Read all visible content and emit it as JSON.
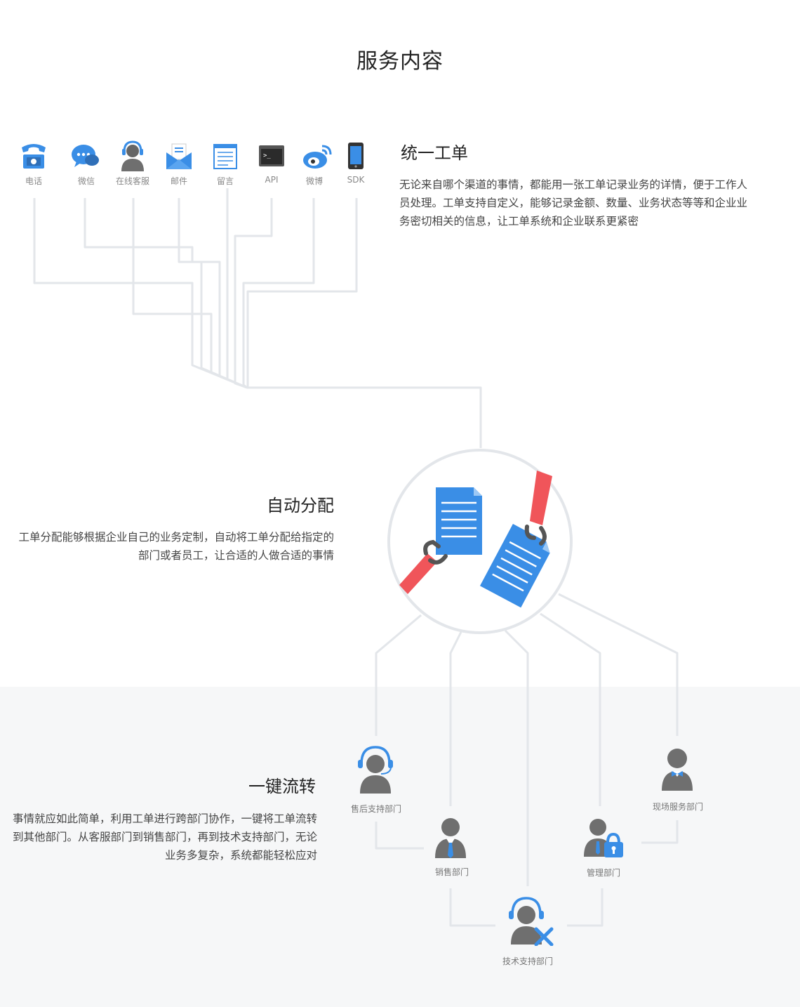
{
  "page": {
    "title": "服务内容"
  },
  "channels": [
    {
      "label": "电话",
      "icon": "telephone-icon"
    },
    {
      "label": "微信",
      "icon": "wechat-icon"
    },
    {
      "label": "在线客服",
      "icon": "customer-service-agent-icon"
    },
    {
      "label": "邮件",
      "icon": "email-icon"
    },
    {
      "label": "留言",
      "icon": "message-notepad-icon"
    },
    {
      "label": "API",
      "icon": "api-terminal-icon"
    },
    {
      "label": "微博",
      "icon": "weibo-icon"
    },
    {
      "label": "SDK",
      "icon": "mobile-sdk-icon"
    }
  ],
  "sections": {
    "unified": {
      "title": "统一工单",
      "description": "无论来自哪个渠道的事情，都能用一张工单记录业务的详情，便于工作人员处理。工单支持自定义，能够记录金额、数量、业务状态等等和企业业务密切相关的信息，让工单系统和企业联系更紧密"
    },
    "auto_assign": {
      "title": "自动分配",
      "description": "工单分配能够根据企业自己的业务定制，自动将工单分配给指定的部门或者员工，让合适的人做合适的事情"
    },
    "one_click": {
      "title": "一键流转",
      "description": "事情就应如此简单，利用工单进行跨部门协作，一键将工单流转到其他部门。从客服部门到销售部门，再到技术支持部门，无论业务多复杂，系统都能轻松应对"
    }
  },
  "departments": [
    {
      "label": "售后支持部门",
      "icon": "after-sales-support-icon"
    },
    {
      "label": "销售部门",
      "icon": "sales-department-icon"
    },
    {
      "label": "技术支持部门",
      "icon": "tech-support-icon"
    },
    {
      "label": "管理部门",
      "icon": "management-department-icon"
    },
    {
      "label": "现场服务部门",
      "icon": "field-service-icon"
    }
  ],
  "colors": {
    "accent_blue": "#3a8ee6",
    "accent_red": "#f0555a",
    "person_gray": "#6f6f6f",
    "line_gray": "#e1e4e8",
    "band_bg": "#f6f7f8"
  }
}
